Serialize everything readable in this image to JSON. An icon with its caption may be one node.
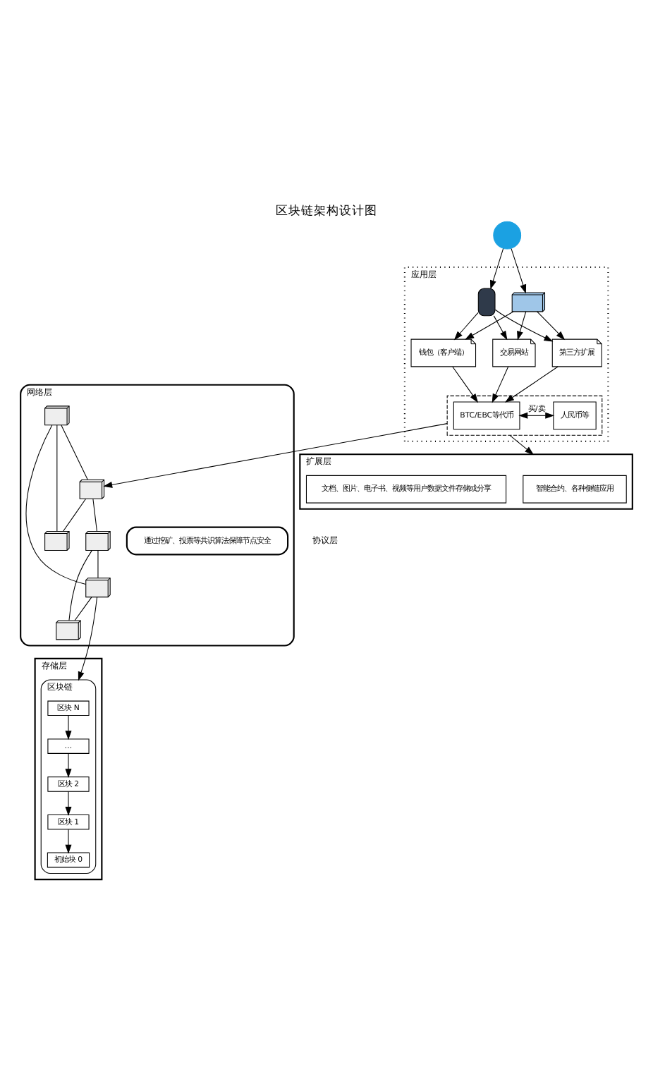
{
  "diagram": {
    "title": "区块链架构设计图",
    "nodes": [
      {
        "text": [
          "应用层"
        ]
      },
      {
        "text": [],
        "shape": "person"
      },
      {
        "text": [],
        "shape": "phone",
        "in": 0
      },
      {
        "text": [],
        "shape": "laptop",
        "in": 0
      },
      {
        "text": [
          "钱包（客户端）"
        ],
        "in": 0
      },
      {
        "text": [
          "交易网站"
        ],
        "in": 0
      },
      {
        "text": [
          "第三方扩展"
        ],
        "in": 0
      },
      {
        "text": [],
        "shape": "box",
        "in": 0
      },
      {
        "text": [
          "BTC/EBC等代币"
        ],
        "in": 7
      },
      {
        "text": [
          "人民币等"
        ],
        "in": 7
      },
      {
        "text": [
          "扩展层"
        ]
      },
      {
        "text": [
          "智能合约、各种侧链应用"
        ],
        "in": 10
      },
      {
        "text": [
          "文档、图片、电子书、视频等用户数据文件存储或分享"
        ],
        "in": 10
      },
      {
        "text": [
          "网络层"
        ]
      },
      {
        "text": [
          "通过挖矿、投票等共识算法保障节点安全"
        ],
        "in": 13
      },
      {
        "text": [],
        "shape": "computer",
        "in": 13
      },
      {
        "text": [],
        "shape": "computer",
        "in": 13
      },
      {
        "text": [],
        "shape": "computer",
        "in": 13
      },
      {
        "text": [],
        "shape": "computer",
        "in": 13
      },
      {
        "text": [],
        "shape": "computer",
        "in": 13
      },
      {
        "text": [],
        "shape": "computer",
        "in": 13
      },
      {
        "text": [
          "存储层"
        ]
      },
      {
        "text": [
          "区块链"
        ],
        "in": 21
      },
      {
        "text": [
          "区块 N"
        ],
        "in": 22
      },
      {
        "text": [
          "…"
        ],
        "in": 22
      },
      {
        "text": [
          "区块 2"
        ],
        "in": 22
      },
      {
        "text": [
          "区块 1"
        ],
        "in": 22
      },
      {
        "text": [
          "初始块 0"
        ],
        "in": 22
      }
    ],
    "edges": [
      {
        "from": 1,
        "to": 2,
        "arrow": "to"
      },
      {
        "from": 1,
        "to": 3,
        "arrow": "to"
      },
      {
        "from": 2,
        "to": 4,
        "arrow": "to"
      },
      {
        "from": 2,
        "to": 5,
        "arrow": "to"
      },
      {
        "from": 2,
        "to": 6,
        "arrow": "to"
      },
      {
        "from": 3,
        "to": 4,
        "arrow": "to"
      },
      {
        "from": 3,
        "to": 5,
        "arrow": "to"
      },
      {
        "from": 3,
        "to": 6,
        "arrow": "to"
      },
      {
        "from": 4,
        "to": 8,
        "arrow": "to"
      },
      {
        "from": 5,
        "to": 8,
        "arrow": "to"
      },
      {
        "from": 6,
        "to": 8,
        "arrow": "to"
      },
      {
        "from": 8,
        "to": 9,
        "label": "买/卖",
        "arrow": "both"
      },
      {
        "from": 7,
        "to": 10,
        "arrow": "to"
      },
      {
        "from": 7,
        "to": 16,
        "arrow": "to"
      },
      {
        "from": 15,
        "to": 16,
        "arrow": "none"
      },
      {
        "from": 15,
        "to": 18,
        "arrow": "none"
      },
      {
        "from": 15,
        "to": 19,
        "arrow": "none"
      },
      {
        "from": 16,
        "to": 17,
        "arrow": "none"
      },
      {
        "from": 16,
        "to": 18,
        "arrow": "none"
      },
      {
        "from": 17,
        "to": 19,
        "arrow": "none"
      },
      {
        "from": 17,
        "to": 20,
        "arrow": "none"
      },
      {
        "from": 19,
        "to": 20,
        "arrow": "none"
      },
      {
        "from": 19,
        "to": 22,
        "arrow": "to"
      },
      {
        "from": 23,
        "to": 24,
        "arrow": "to"
      },
      {
        "from": 24,
        "to": 25,
        "arrow": "to"
      },
      {
        "from": 25,
        "to": 26,
        "arrow": "to"
      },
      {
        "from": 26,
        "to": 27,
        "arrow": "to"
      }
    ],
    "labels": [
      "协议层"
    ]
  }
}
